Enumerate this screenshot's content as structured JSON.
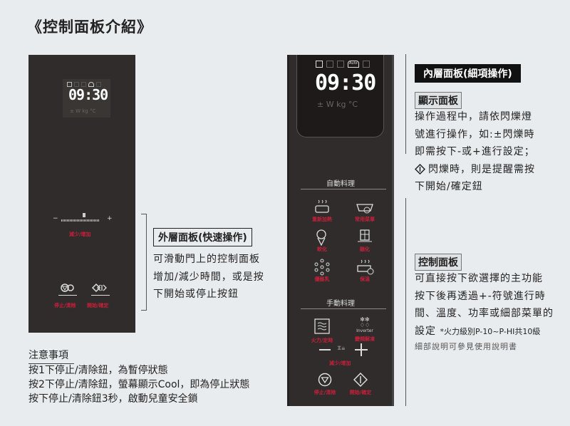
{
  "title": "《控制面板介紹》",
  "display": {
    "time": "09:30",
    "indicators": "± W kg °C",
    "auto_label": "Auto"
  },
  "outer_panel": {
    "slider_label": "減少/增加",
    "minus": "−",
    "plus": "+",
    "stop_label": "停止/清除",
    "start_label": "開始/確定",
    "callout": "外層面板(快速操作)",
    "desc": [
      "可滑動門上的控制面板",
      "增加/減少時間，或是按",
      "下開始或停止按鈕"
    ]
  },
  "inner_panel": {
    "auto_section": "自動料理",
    "manual_section": "手動料理",
    "auto_buttons": [
      {
        "label": "重新加熱",
        "icon": "reheat-auto-icon"
      },
      {
        "label": "常用菜單",
        "icon": "menu-pot-icon"
      },
      {
        "label": "軟化",
        "icon": "soften-icon"
      },
      {
        "label": "融化",
        "icon": "melt-icon"
      },
      {
        "label": "優酪乳",
        "icon": "yogurt-icon"
      },
      {
        "label": "保溫",
        "icon": "keep-warm-icon"
      }
    ],
    "power_label": "火力/定時",
    "defrost_label": "變頻解凍",
    "inverter": "Inverter",
    "adjust_label": "減少/增加",
    "stop_label": "停止/清除",
    "start_label": "開始/確定",
    "callout": "內層面板(細項操作)",
    "display_heading": "顯示面板",
    "display_desc": [
      "操作過程中，請依閃爍燈",
      "號進行操作，如:±閃爍時",
      "即需按下-或+進行設定；",
      "閃爍時，則是提醒需按",
      "下開始/確定鈕"
    ],
    "control_heading": "控制面板",
    "control_desc": [
      "可直接按下欲選擇的主功能",
      "按下後再透過+-符號進行時",
      "間、溫度、功率或細部菜單的"
    ],
    "control_note_prefix": "設定",
    "control_note": "*火力級別P-10~P-HI共10級",
    "control_note2": "細部說明可參見使用說明書"
  },
  "notes": {
    "heading": "注意事項",
    "items": [
      "按1下停止/清除鈕，為暫停狀態",
      "按2下停止/清除鈕，螢幕顯示Cool，即為停止狀態",
      "按下停止/清除鈕3秒，啟動兒童安全鎖"
    ]
  },
  "colors": {
    "panel": "#2f2c2b",
    "accent_red": "#c8203a",
    "background": "#e9ecef"
  }
}
